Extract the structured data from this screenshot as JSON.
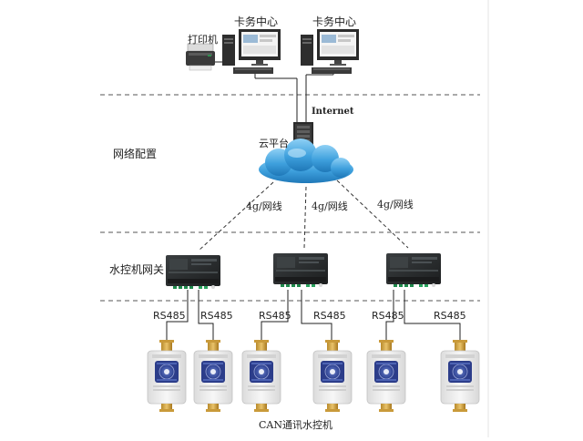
{
  "labels": {
    "printer": "打印机",
    "card_center_1": "卡务中心",
    "card_center_2": "卡务中心",
    "internet": "Internet",
    "cloud": "云平台",
    "network_config": "网络配置",
    "link_left": "4g/网线",
    "link_mid": "4g/网线",
    "link_right": "4g/网线",
    "gateway_section": "水控机网关",
    "rs485": [
      "RS485",
      "RS485",
      "RS485",
      "RS485",
      "RS485",
      "RS485"
    ],
    "bottom_caption": "CAN通讯水控机"
  },
  "colors": {
    "cloud": "#3ea0dd",
    "gateway_body": "#2a2d2e",
    "valve_body": "#f1f1f1",
    "dashed_line": "#555555"
  },
  "icons": [
    "printer-icon",
    "computer-icon",
    "server-icon",
    "cloud-icon",
    "gateway-icon",
    "water-controller-icon"
  ]
}
